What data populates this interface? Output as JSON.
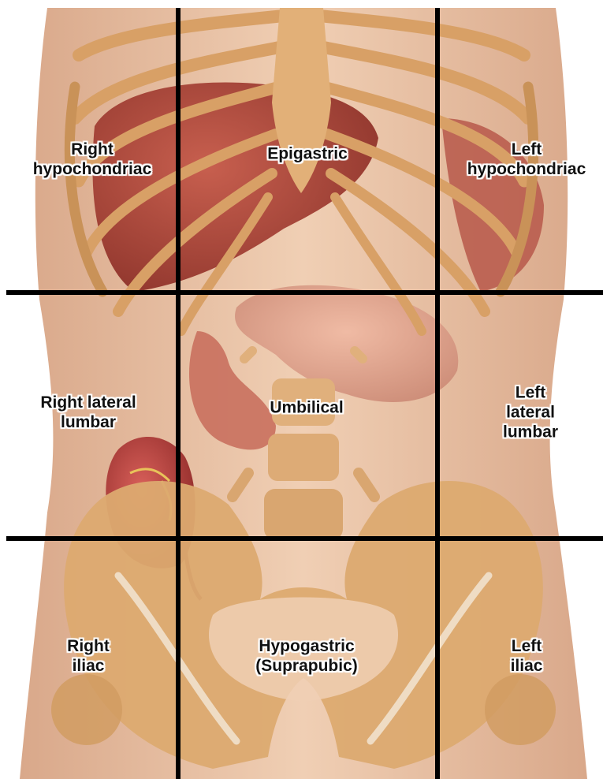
{
  "regions": {
    "right_hypochondriac": "Right\nhypochondriac",
    "epigastric": "Epigastric",
    "left_hypochondriac": "Left\nhypochondriac",
    "right_lateral_lumbar": "Right lateral\nlumbar",
    "umbilical": "Umbilical",
    "left_lateral_lumbar": "Left lateral\nlumbar",
    "right_iliac": "Right\niliac",
    "hypogastric": "Hypogastric\n(Suprapubic)",
    "left_iliac": "Left\niliac"
  },
  "colors": {
    "skin": "#e9c3a4",
    "bone": "#d9a066",
    "liver": "#a8473c",
    "intestine": "#b5403f",
    "grid": "#000000"
  }
}
